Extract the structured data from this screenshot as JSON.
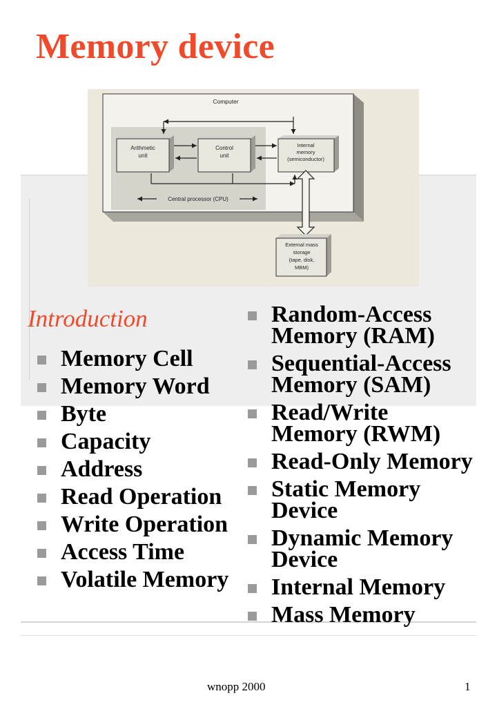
{
  "slide": {
    "title": "Memory device",
    "section_heading": "Introduction",
    "footer_text": "wnopp 2000",
    "page_number": "1"
  },
  "diagram": {
    "computer_label": "Computer",
    "arithmetic_line1": "Arithmetic",
    "arithmetic_line2": "unit",
    "control_line1": "Control",
    "control_line2": "unit",
    "internal_line1": "Internal",
    "internal_line2": "memory",
    "internal_line3": "(semiconductor)",
    "cpu_label": "Central processor (CPU)",
    "external_line1": "External mass",
    "external_line2": "storage",
    "external_line3": "(tape, disk,",
    "external_line4": "MBM)"
  },
  "left_list": [
    "Memory Cell",
    "Memory Word",
    "Byte",
    "Capacity",
    "Address",
    "Read Operation",
    "Write Operation",
    "Access Time",
    "Volatile Memory"
  ],
  "right_list": [
    "Random-Access Memory (RAM)",
    "Sequential-Access Memory (SAM)",
    "Read/Write Memory (RWM)",
    "Read-Only Memory",
    "Static Memory Device",
    "Dynamic Memory Device",
    "Internal Memory",
    "Mass Memory"
  ],
  "colors": {
    "accent": "#ef4a2b",
    "bullet": "#9a9a9a",
    "diagram_paper": "#ece8dc"
  }
}
